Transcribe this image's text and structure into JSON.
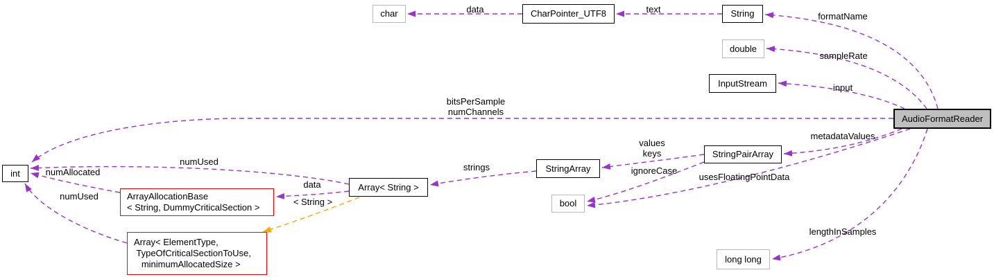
{
  "diagram": {
    "kind": "collaboration-graph",
    "focus_class": "AudioFormatReader"
  },
  "colors": {
    "usage": "#9a32cd",
    "template": "#ffa500",
    "external": "#b8b8b8",
    "truncated": "#ff0000",
    "focus": "#bfbfbf",
    "background": "#ffffff",
    "text": "#000000"
  },
  "nodes": [
    {
      "id": "char",
      "label": "char",
      "kind": "external"
    },
    {
      "id": "CharPointer_UTF8",
      "label": "CharPointer_UTF8",
      "kind": "documented"
    },
    {
      "id": "String",
      "label": "String",
      "kind": "documented"
    },
    {
      "id": "double",
      "label": "double",
      "kind": "external"
    },
    {
      "id": "InputStream",
      "label": "InputStream",
      "kind": "documented"
    },
    {
      "id": "AudioFormatReader",
      "label": "AudioFormatReader",
      "kind": "focus"
    },
    {
      "id": "StringPairArray",
      "label": "StringPairArray",
      "kind": "documented"
    },
    {
      "id": "StringArray",
      "label": "StringArray",
      "kind": "documented"
    },
    {
      "id": "bool",
      "label": "bool",
      "kind": "external"
    },
    {
      "id": "Array<String>",
      "label": "Array< String >",
      "kind": "documented"
    },
    {
      "id": "int",
      "label": "int",
      "kind": "documented"
    },
    {
      "id": "ArrayAllocationBase",
      "label": "ArrayAllocationBase\n< String, DummyCriticalSection >",
      "kind": "truncated"
    },
    {
      "id": "ArrayTemplate",
      "label": "Array< ElementType,\n TypeOfCriticalSectionToUse,\n   minimumAllocatedSize >",
      "kind": "truncated"
    },
    {
      "id": "long long",
      "label": "long long",
      "kind": "external"
    }
  ],
  "edges": [
    {
      "label": "data",
      "from": "CharPointer_UTF8",
      "to": "char",
      "relation": "usage"
    },
    {
      "label": "text",
      "from": "String",
      "to": "CharPointer_UTF8",
      "relation": "usage"
    },
    {
      "label": "formatName",
      "from": "AudioFormatReader",
      "to": "String",
      "relation": "usage"
    },
    {
      "label": "sampleRate",
      "from": "AudioFormatReader",
      "to": "double",
      "relation": "usage"
    },
    {
      "label": "input",
      "from": "AudioFormatReader",
      "to": "InputStream",
      "relation": "usage"
    },
    {
      "label": "bitsPerSample\nnumChannels",
      "from": "AudioFormatReader",
      "to": "int",
      "relation": "usage"
    },
    {
      "label": "metadataValues",
      "from": "AudioFormatReader",
      "to": "StringPairArray",
      "relation": "usage"
    },
    {
      "label": "values\nkeys",
      "from": "StringPairArray",
      "to": "StringArray",
      "relation": "usage"
    },
    {
      "label": "ignoreCase",
      "from": "StringPairArray",
      "to": "bool",
      "relation": "usage"
    },
    {
      "label": "usesFloatingPointData",
      "from": "AudioFormatReader",
      "to": "bool",
      "relation": "usage"
    },
    {
      "label": "strings",
      "from": "StringArray",
      "to": "Array<String>",
      "relation": "usage"
    },
    {
      "label": "numUsed",
      "from": "Array<String>",
      "to": "int",
      "relation": "usage"
    },
    {
      "label": "numAllocated",
      "from": "ArrayAllocationBase",
      "to": "int",
      "relation": "usage"
    },
    {
      "label": "data",
      "from": "Array<String>",
      "to": "ArrayAllocationBase",
      "relation": "usage"
    },
    {
      "label": "< String >",
      "from": "Array<String>",
      "to": "ArrayTemplate",
      "relation": "template-instance"
    },
    {
      "label": "numUsed",
      "from": "ArrayTemplate",
      "to": "int",
      "relation": "usage"
    },
    {
      "label": "lengthInSamples",
      "from": "AudioFormatReader",
      "to": "long long",
      "relation": "usage"
    }
  ]
}
